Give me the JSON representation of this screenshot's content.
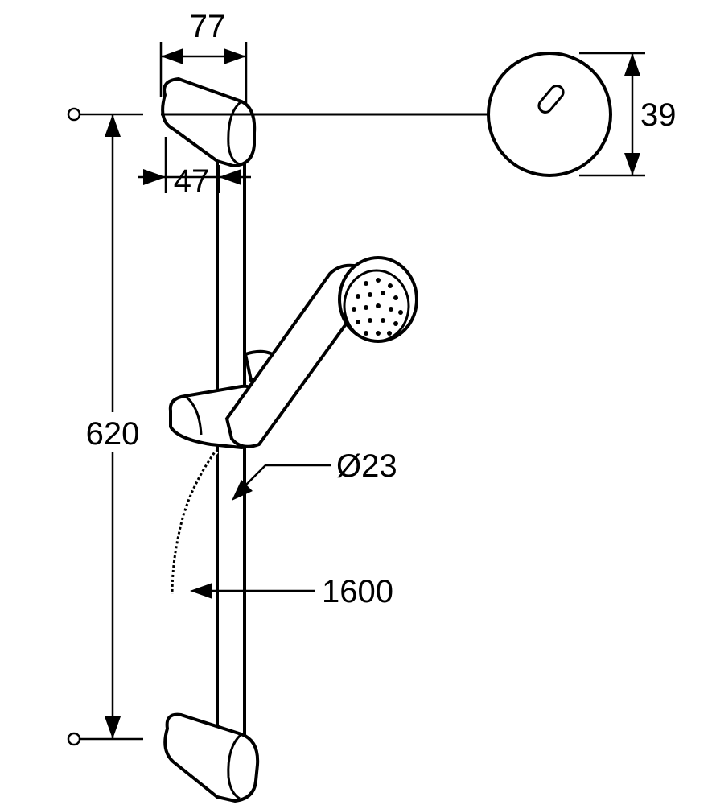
{
  "dimensions": {
    "bracket_width": "77",
    "bracket_offset": "47",
    "rosette_height": "39",
    "rail_length": "620",
    "rail_diameter": "Ø23",
    "hose_length": "1600"
  }
}
